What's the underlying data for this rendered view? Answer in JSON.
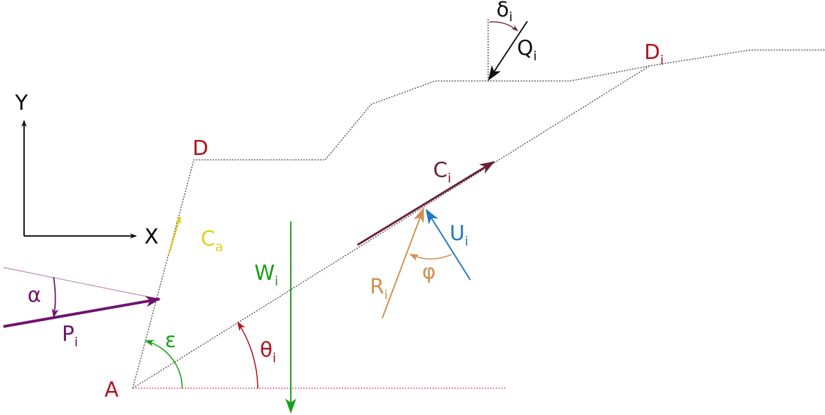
{
  "colors": {
    "black": "#111111",
    "gray": "#555555",
    "red": "#b0141e",
    "purple": "#6e1470",
    "pale_purple": "#b98bb8",
    "green": "#18a018",
    "orange": "#d09050",
    "blue": "#1f78c0",
    "maroon": "#6b1f3a",
    "yellow": "#e0d11a",
    "pink_dotted": "#e05a64"
  },
  "labels": {
    "axis_y": "Y",
    "axis_x": "X",
    "point_a": "A",
    "point_d": "D",
    "point_di": {
      "main": "D",
      "sub": "i"
    },
    "ca": {
      "main": "C",
      "sub": "a"
    },
    "wi": {
      "main": "W",
      "sub": "i"
    },
    "ci": {
      "main": "C",
      "sub": "i"
    },
    "ui": {
      "main": "U",
      "sub": "i"
    },
    "ri": {
      "main": "R",
      "sub": "i"
    },
    "pi": {
      "main": "P",
      "sub": "i"
    },
    "qi": {
      "main": "Q",
      "sub": "i"
    },
    "deltai": {
      "main": "δ",
      "sub": "i"
    },
    "thetai": {
      "main": "θ",
      "sub": "i"
    },
    "alpha": "α",
    "epsilon": "ε",
    "phi": "φ"
  }
}
